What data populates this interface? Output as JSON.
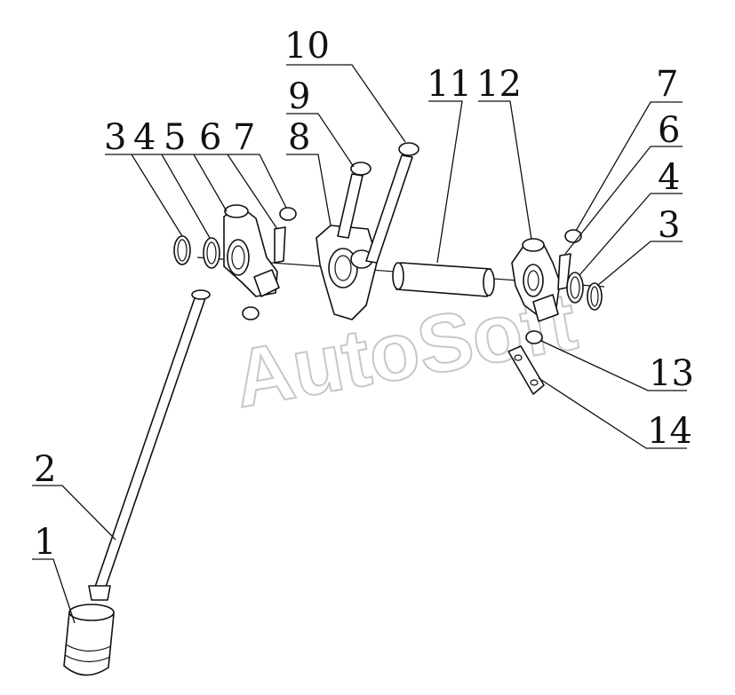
{
  "watermark": "AutoSoft",
  "callouts": [
    "1",
    "2",
    "3",
    "4",
    "5",
    "6",
    "7",
    "8",
    "9",
    "10",
    "11",
    "12",
    "7",
    "6",
    "4",
    "3",
    "13",
    "14"
  ]
}
